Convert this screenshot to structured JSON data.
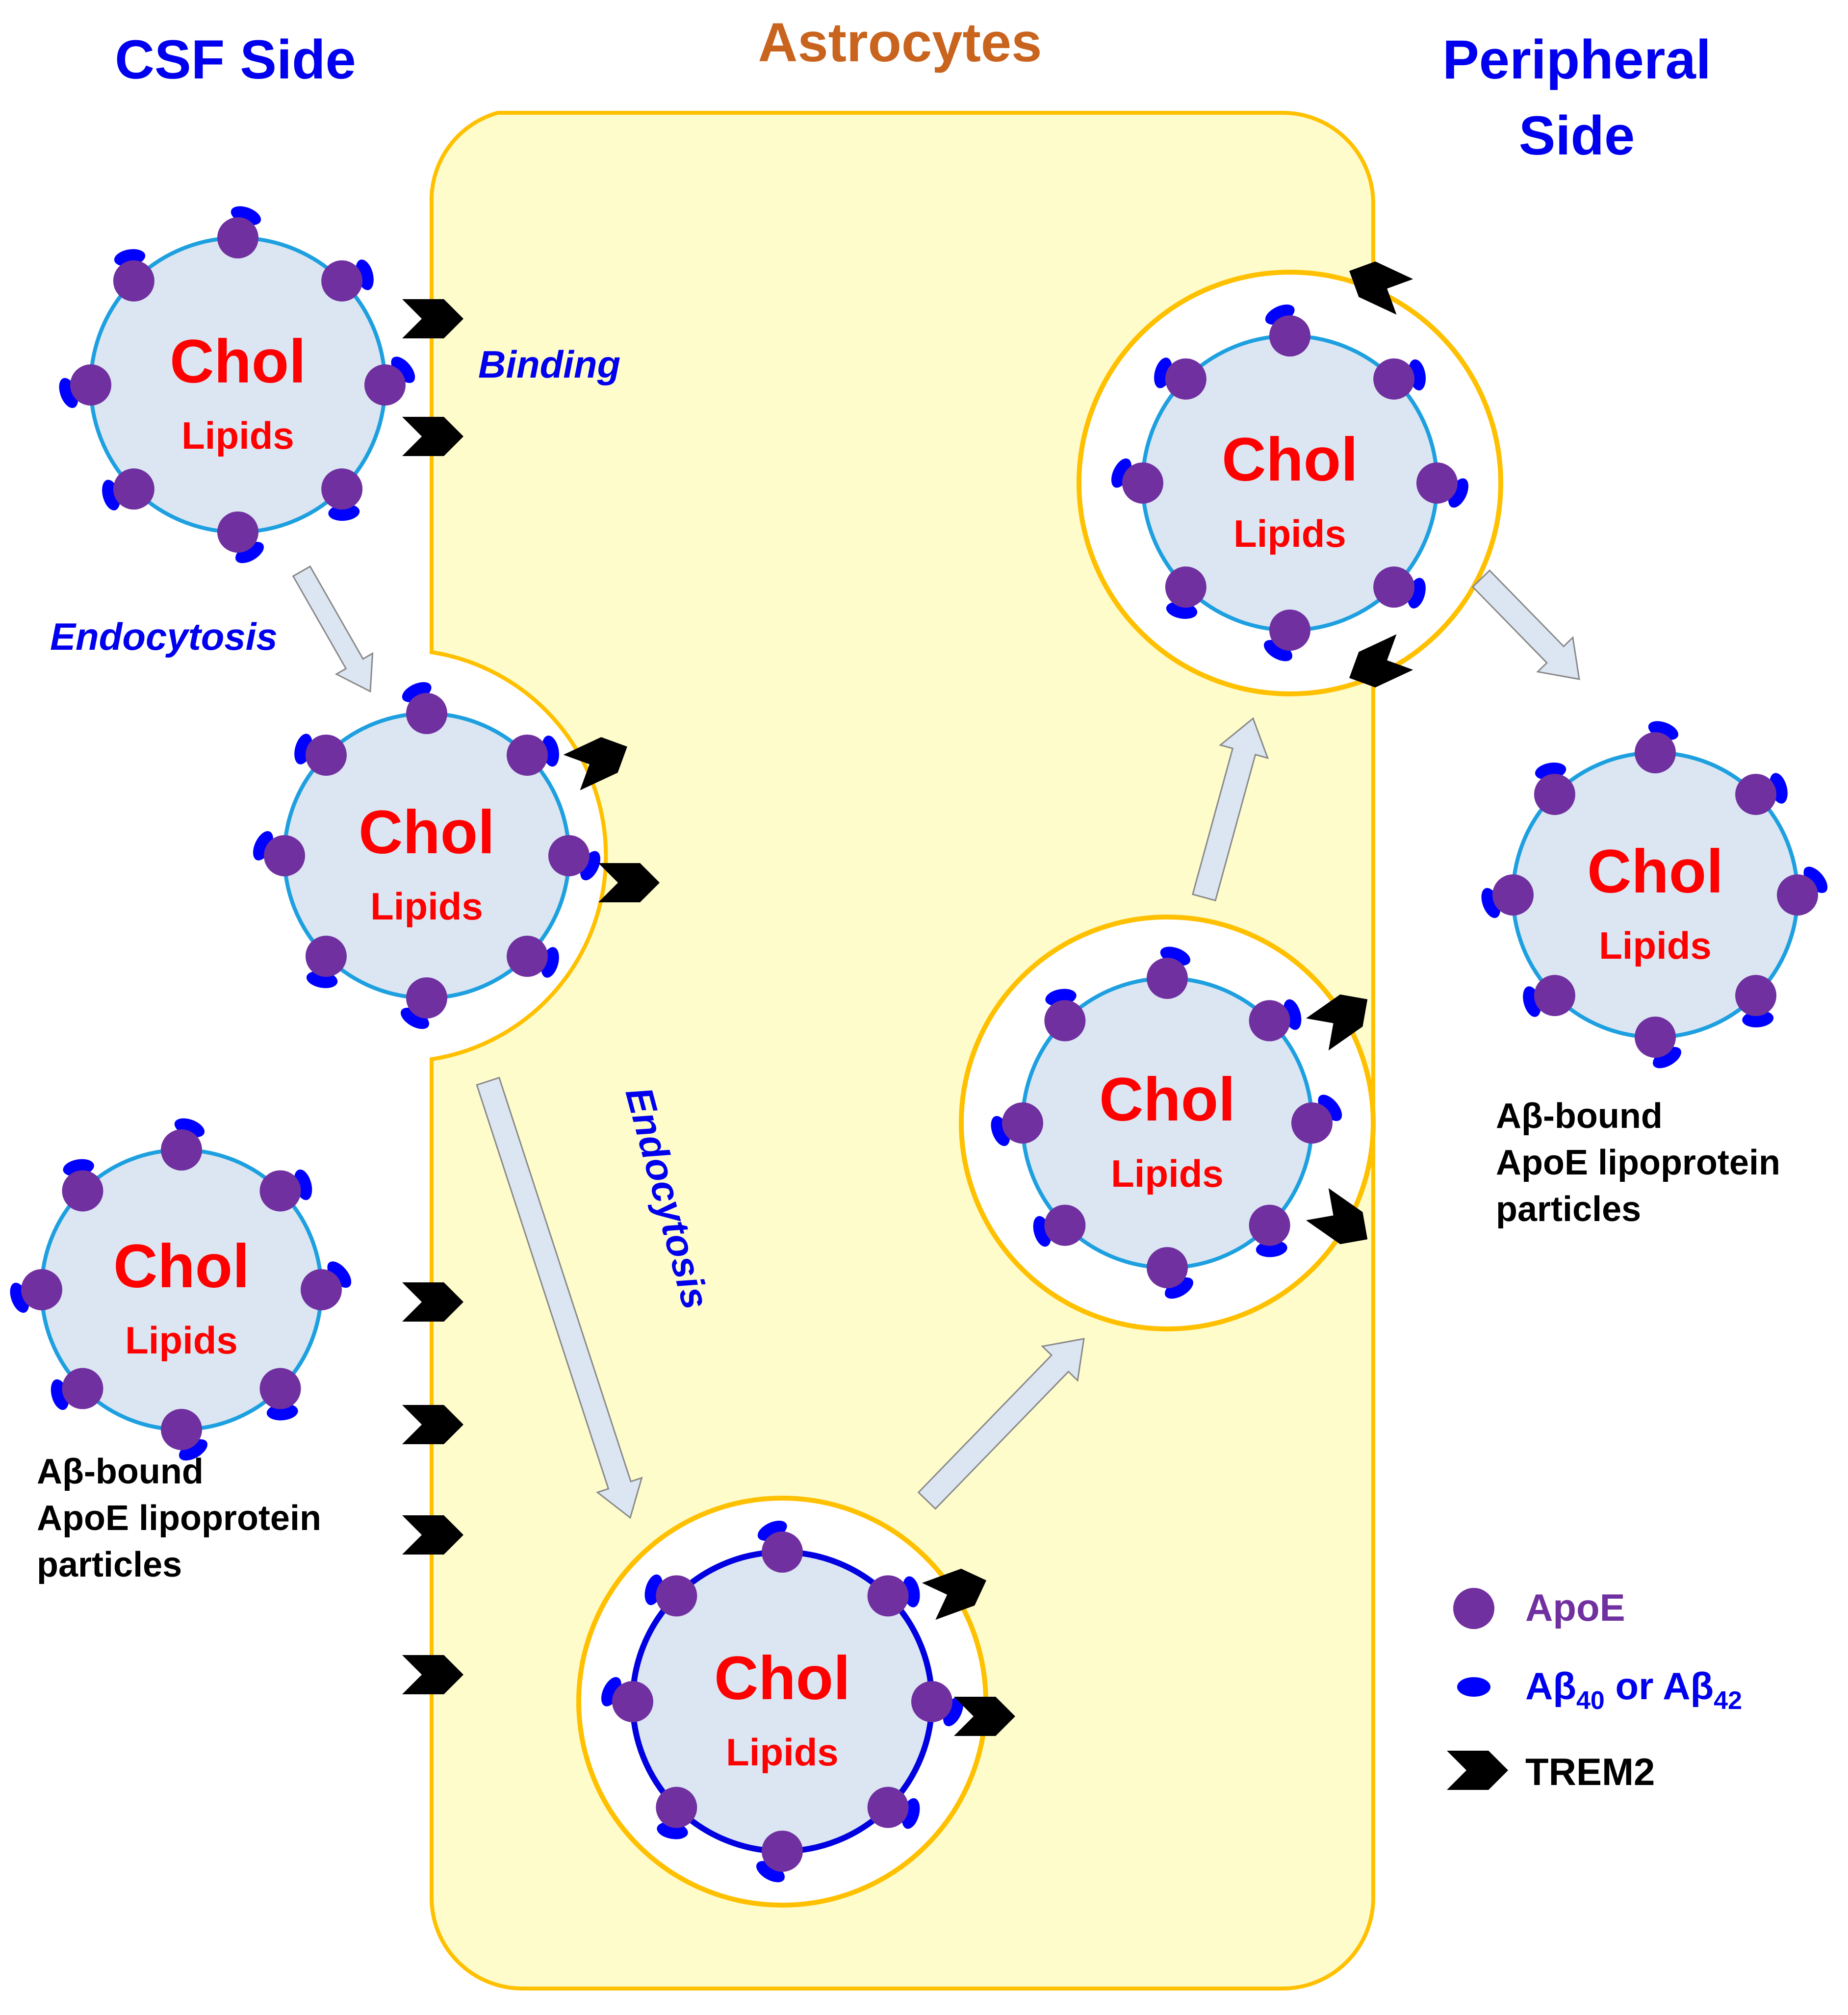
{
  "headers": {
    "csf": "CSF Side",
    "astro": "Astrocytes",
    "periph_line1": "Peripheral",
    "periph_line2": "Side"
  },
  "particle": {
    "chol": "Chol",
    "lipids": "Lipids"
  },
  "processes": {
    "binding": "Binding",
    "endocytosis_left": "Endocytosis",
    "endocytosis_diag": "Endocytosis"
  },
  "captions": {
    "left": [
      "Aβ-bound",
      "ApoE lipoprotein",
      "particles"
    ],
    "right": [
      "Aβ-bound",
      "ApoE lipoprotein",
      "particles"
    ]
  },
  "legend": {
    "apoe": "ApoE",
    "abeta_prefix": "Aβ",
    "abeta_sub1": "40",
    "abeta_mid": " or Aβ",
    "abeta_sub2": "42",
    "trem2": "TREM2"
  },
  "colors": {
    "apoe": "#7030a0",
    "abeta": "#0000ff",
    "trem2": "#000000",
    "particle_fill": "#dce6f2",
    "particle_stroke": "#1ea0e0",
    "membrane": "#ffc000",
    "cytoplasm": "#fffccc",
    "arrow_fill": "#dce6f2",
    "label_red": "#ff0000",
    "header_blue": "#0000ee",
    "header_orange": "#c8641e"
  },
  "icons": [
    "apoe-dot-icon",
    "abeta-oval-icon",
    "trem2-chevron-icon",
    "process-arrow-icon"
  ]
}
